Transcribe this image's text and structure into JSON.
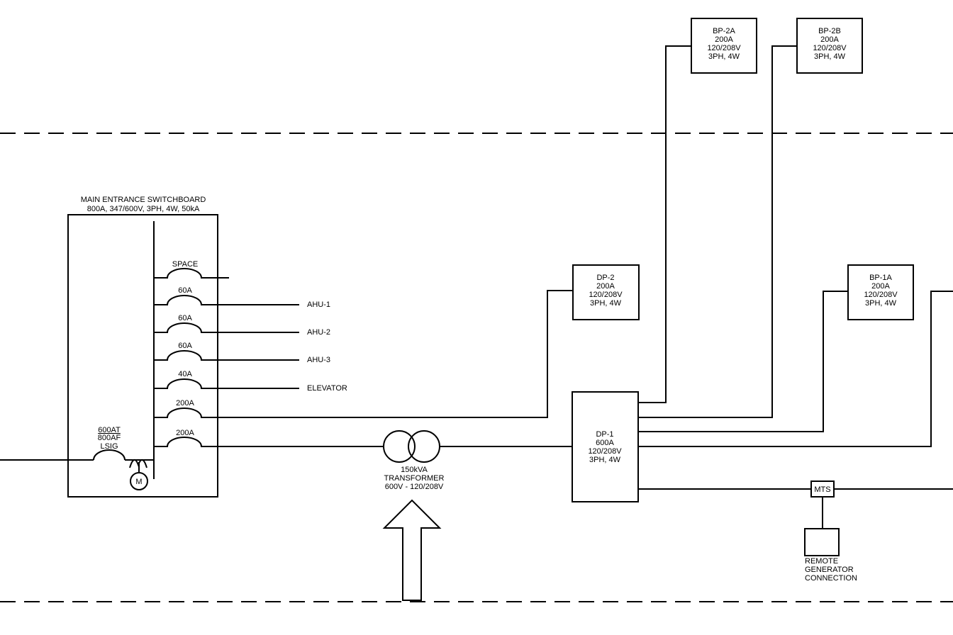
{
  "colors": {
    "line": "#000000",
    "background": "#ffffff"
  },
  "switchboard": {
    "title": "MAIN ENTRANCE SWITCHBOARD",
    "rating": "800A, 347/600V, 3PH, 4W, 50kA",
    "main_breaker": {
      "trip": "600AT",
      "frame": "800AF",
      "type": "LSIG"
    },
    "meter": "M",
    "breakers": [
      {
        "rating": "SPACE",
        "load": ""
      },
      {
        "rating": "60A",
        "load": "AHU-1"
      },
      {
        "rating": "60A",
        "load": "AHU-2"
      },
      {
        "rating": "60A",
        "load": "AHU-3"
      },
      {
        "rating": "40A",
        "load": "ELEVATOR"
      },
      {
        "rating": "200A",
        "load": ""
      },
      {
        "rating": "200A",
        "load": ""
      }
    ]
  },
  "transformer": {
    "size": "150kVA",
    "label": "TRANSFORMER",
    "voltage": "600V - 120/208V"
  },
  "panels": {
    "dp1": {
      "name": "DP-1",
      "amps": "600A",
      "volts": "120/208V",
      "phase": "3PH, 4W"
    },
    "dp2": {
      "name": "DP-2",
      "amps": "200A",
      "volts": "120/208V",
      "phase": "3PH, 4W"
    },
    "bp2a": {
      "name": "BP-2A",
      "amps": "200A",
      "volts": "120/208V",
      "phase": "3PH, 4W"
    },
    "bp2b": {
      "name": "BP-2B",
      "amps": "200A",
      "volts": "120/208V",
      "phase": "3PH, 4W"
    },
    "bp1a": {
      "name": "BP-1A",
      "amps": "200A",
      "volts": "120/208V",
      "phase": "3PH, 4W"
    }
  },
  "mts": "MTS",
  "generator": {
    "line1": "REMOTE",
    "line2": "GENERATOR",
    "line3": "CONNECTION"
  }
}
